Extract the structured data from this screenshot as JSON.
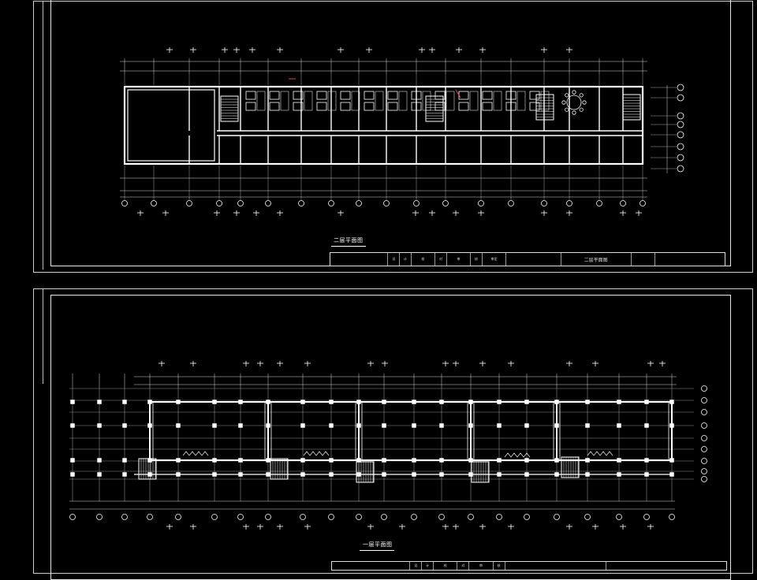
{
  "sheets": [
    {
      "title": "二层平面图",
      "title_block": {
        "drawing_name": "二层平面图",
        "cells": [
          "设",
          "计",
          "校",
          "对",
          "审",
          "核",
          "审定",
          "",
          "",
          "",
          "",
          "",
          "",
          "",
          ""
        ]
      }
    },
    {
      "title": "一层平面图",
      "title_block": {
        "drawing_name": "",
        "cells": [
          "设",
          "计",
          "校",
          "对",
          "审",
          "核",
          "",
          "",
          "",
          "",
          "",
          ""
        ]
      }
    }
  ],
  "colors": {
    "background": "#000000",
    "frame": "#e8e8e8",
    "wall": "#ffffff",
    "dimension": "#d9d9d9",
    "annotation": "#ff5a5a",
    "grid": "#cfcfcf"
  }
}
